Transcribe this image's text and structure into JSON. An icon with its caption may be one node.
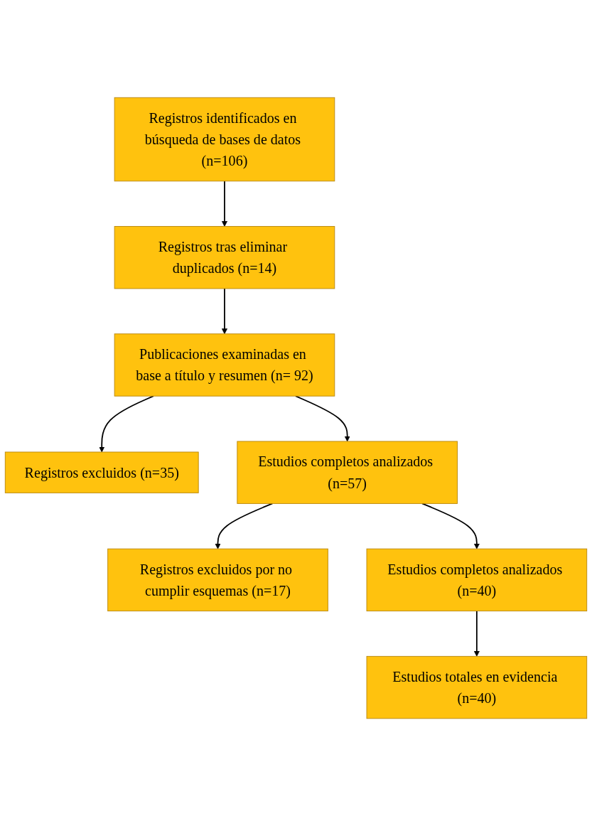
{
  "diagram": {
    "nodes": [
      {
        "text": [
          "Registros identificados en búsqueda de bases de datos (n=106)"
        ]
      },
      {
        "text": [
          "Registros tras eliminar duplicados (n=14)"
        ]
      },
      {
        "text": [
          "Publicaciones examinadas en base a título y resumen (n= 92)"
        ]
      },
      {
        "text": [
          "Registros excluidos (n=35)"
        ]
      },
      {
        "text": [
          "Estudios completos analizados (n=57)"
        ]
      },
      {
        "text": [
          "Registros excluidos por no cumplir esquemas (n=17)"
        ]
      },
      {
        "text": [
          "Estudios completos analizados (n=40)"
        ]
      },
      {
        "text": [
          "Estudios totales en evidencia (n=40)"
        ]
      }
    ],
    "edges": [
      {
        "from": 0,
        "to": 1,
        "arrow": "to"
      },
      {
        "from": 1,
        "to": 2,
        "arrow": "to"
      },
      {
        "from": 2,
        "to": 3,
        "arrow": "to"
      },
      {
        "from": 2,
        "to": 4,
        "arrow": "to"
      },
      {
        "from": 4,
        "to": 5,
        "arrow": "to"
      },
      {
        "from": 4,
        "to": 6,
        "arrow": "to"
      },
      {
        "from": 6,
        "to": 7,
        "arrow": "to"
      }
    ]
  }
}
